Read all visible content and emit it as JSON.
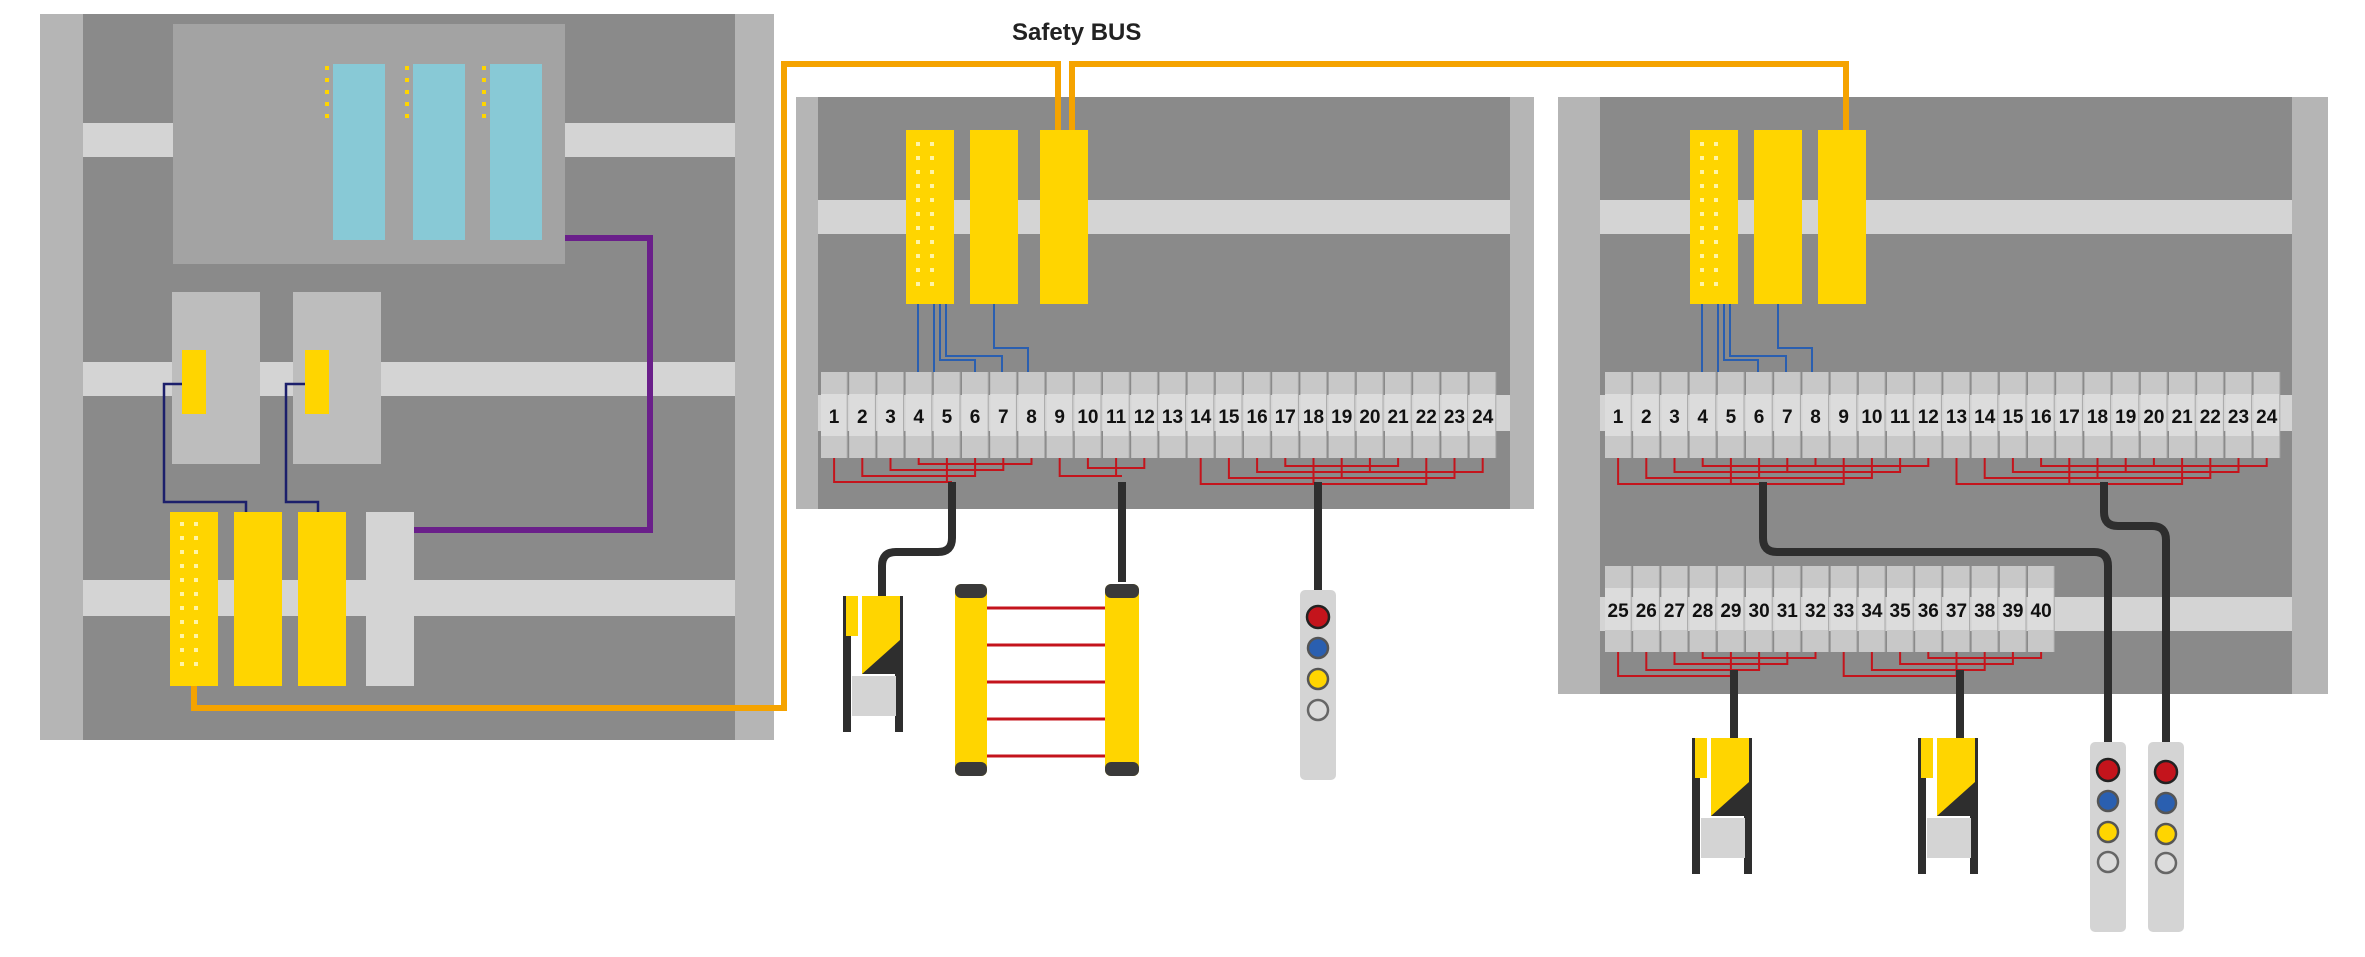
{
  "bus_label": "Safety BUS",
  "terminals_top": [
    "1",
    "2",
    "3",
    "4",
    "5",
    "6",
    "7",
    "8",
    "9",
    "10",
    "11",
    "12",
    "13",
    "14",
    "15",
    "16",
    "17",
    "18",
    "19",
    "20",
    "21",
    "22",
    "23",
    "24"
  ],
  "terminals_bottom": [
    "25",
    "26",
    "27",
    "28",
    "29",
    "30",
    "31",
    "32",
    "33",
    "34",
    "35",
    "36",
    "37",
    "38",
    "39",
    "40"
  ],
  "colors": {
    "cabinet_frame": "#b5b5b5",
    "cabinet_inner": "#8a8a8a",
    "rail": "#d4d4d4",
    "module_yellow": "#ffd500",
    "plc_cyan": "#88c9d6",
    "safety_bus": "#f5a300",
    "profibus_purple": "#6a1f8a",
    "io_wire_red": "#c4141c",
    "field_cable": "#2e2e2e",
    "signal_blue": "#2a5fb0",
    "navy_wire": "#1c1f6b",
    "terminal": "#c8c8c8"
  },
  "control_station_buttons": [
    "red-button",
    "blue-button",
    "yellow-button",
    "white-button"
  ]
}
